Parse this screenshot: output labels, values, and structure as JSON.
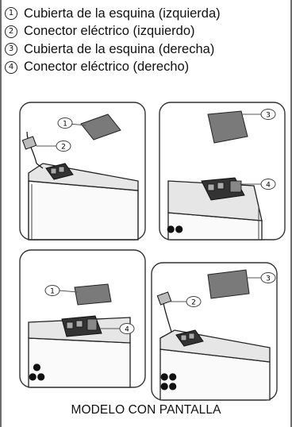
{
  "legend": [
    {
      "num": "1",
      "label": "Cubierta de la esquina (izquierda)"
    },
    {
      "num": "2",
      "label": "Conector eléctrico (izquierdo)"
    },
    {
      "num": "3",
      "label": "Cubierta de la esquina (derecha)"
    },
    {
      "num": "4",
      "label": "Conector eléctrico (derecho)"
    }
  ],
  "panels": [
    {
      "callouts": [
        "1",
        "2"
      ],
      "dots": ""
    },
    {
      "callouts": [
        "3",
        "4"
      ],
      "dots": "●●"
    },
    {
      "callouts": [
        "1",
        "4"
      ],
      "dots": "●\n●●"
    },
    {
      "callouts": [
        "3",
        "2"
      ],
      "dots": "●●\n●●"
    }
  ],
  "footer": "MODELO CON PANTALLA"
}
